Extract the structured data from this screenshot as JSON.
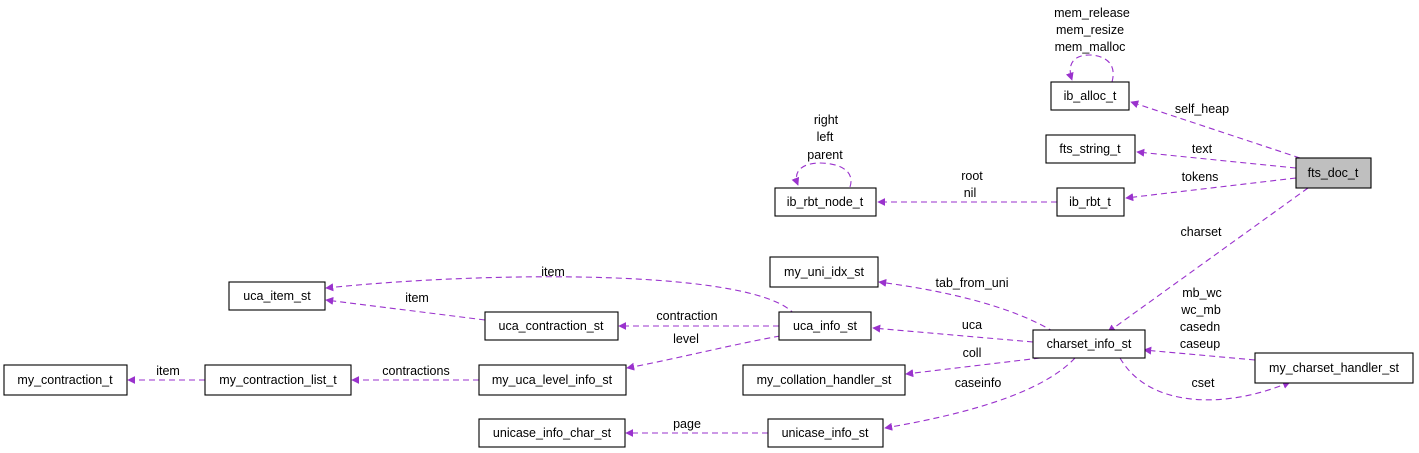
{
  "nodes": {
    "fts_doc_t": "fts_doc_t",
    "ib_alloc_t": "ib_alloc_t",
    "fts_string_t": "fts_string_t",
    "ib_rbt_t": "ib_rbt_t",
    "ib_rbt_node_t": "ib_rbt_node_t",
    "charset_info_st": "charset_info_st",
    "my_charset_handler_st": "my_charset_handler_st",
    "my_uni_idx_st": "my_uni_idx_st",
    "uca_info_st": "uca_info_st",
    "my_collation_handler_st": "my_collation_handler_st",
    "unicase_info_st": "unicase_info_st",
    "uca_item_st": "uca_item_st",
    "uca_contraction_st": "uca_contraction_st",
    "my_uca_level_info_st": "my_uca_level_info_st",
    "my_contraction_list_t": "my_contraction_list_t",
    "my_contraction_t": "my_contraction_t",
    "unicase_info_char_st": "unicase_info_char_st"
  },
  "edges": {
    "alloc_self": [
      "mem_release",
      "mem_resize",
      "mem_malloc"
    ],
    "self_heap": [
      "self_heap"
    ],
    "text": [
      "text"
    ],
    "tokens": [
      "tokens"
    ],
    "rbt_node_self": [
      "right",
      "left",
      "parent"
    ],
    "root_nil": [
      "root",
      "nil"
    ],
    "charset": [
      "charset"
    ],
    "handler": [
      "mb_wc",
      "wc_mb",
      "casedn",
      "caseup"
    ],
    "cset": [
      "cset"
    ],
    "tab_from_uni": [
      "tab_from_uni"
    ],
    "uca": [
      "uca"
    ],
    "coll": [
      "coll"
    ],
    "caseinfo": [
      "caseinfo"
    ],
    "item_uca": [
      "item"
    ],
    "item_contraction": [
      "item"
    ],
    "contraction": [
      "contraction"
    ],
    "level": [
      "level"
    ],
    "contractions": [
      "contractions"
    ],
    "item_list": [
      "item"
    ],
    "page": [
      "page"
    ]
  }
}
